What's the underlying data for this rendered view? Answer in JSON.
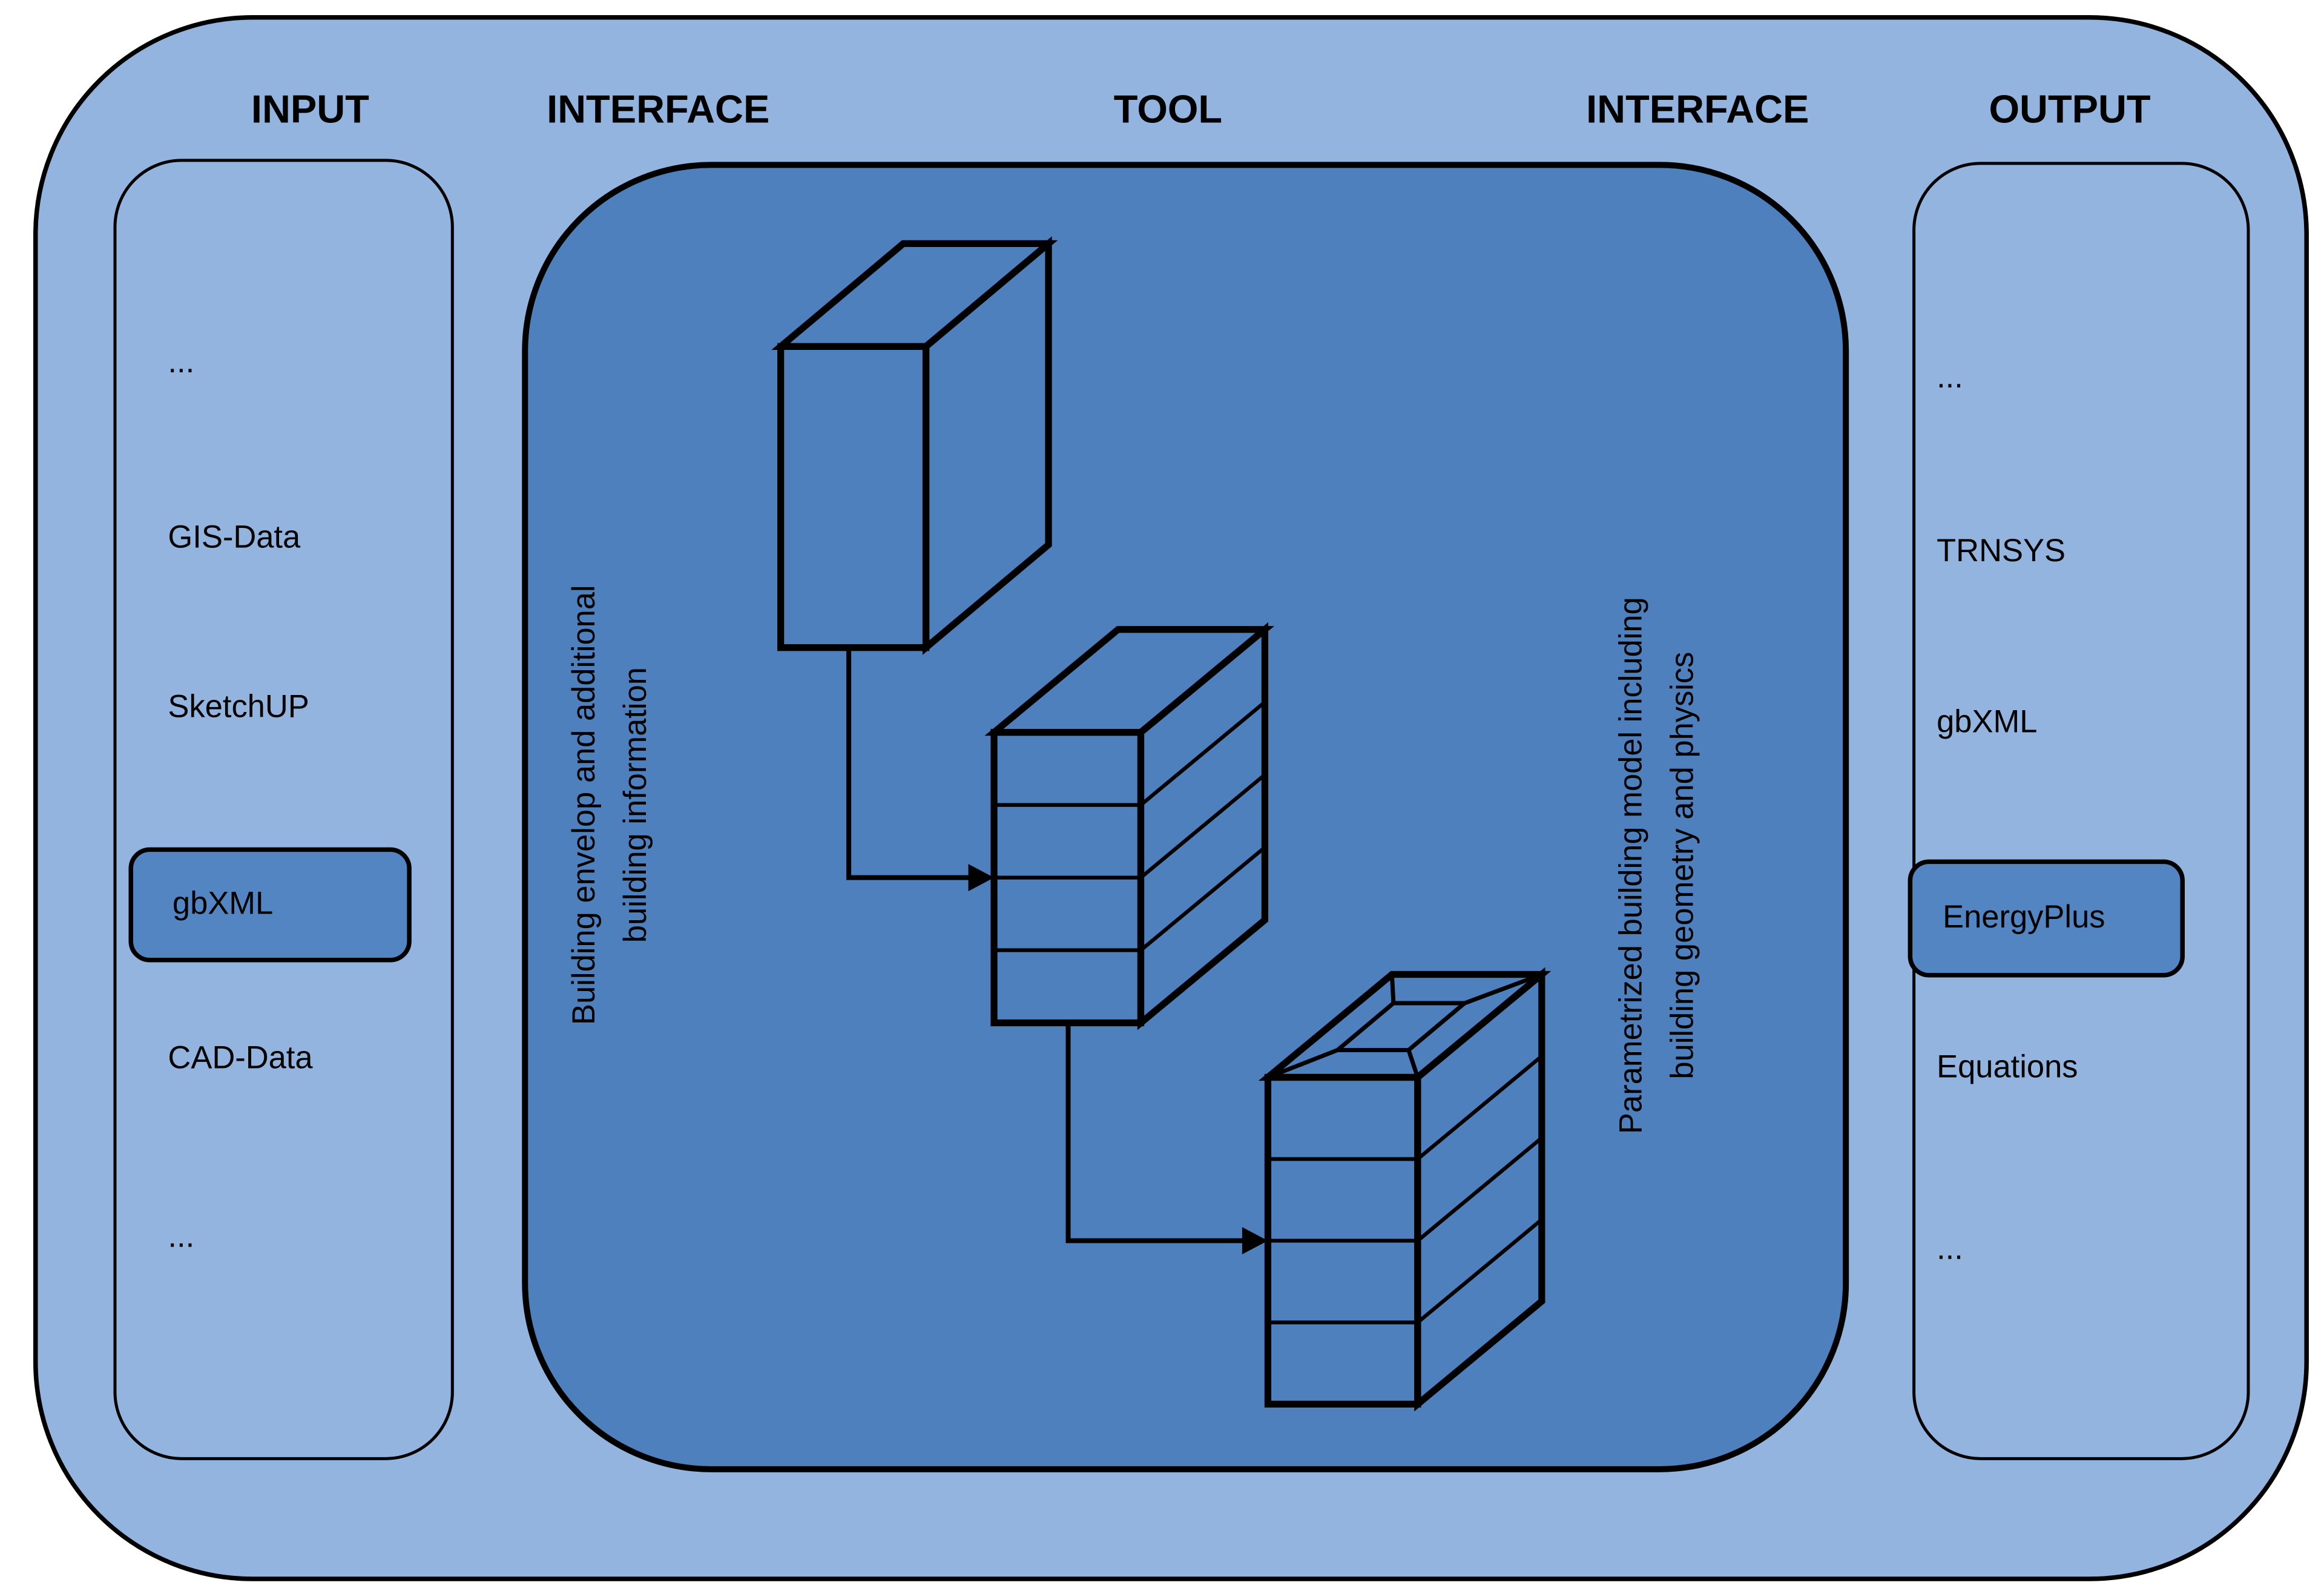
{
  "figure": {
    "type": "tool-workflow-diagram"
  },
  "header": {
    "labels": [
      "INPUT",
      "INTERFACE",
      "TOOL",
      "INTERFACE",
      "OUTPUT"
    ]
  },
  "input_panel": {
    "items": [
      "...",
      "GIS-Data",
      "SketchUP",
      "gbXML",
      "CAD-Data",
      "..."
    ],
    "highlighted_item": "gbXML"
  },
  "tool_panel": {
    "left_interface_text": {
      "line1": "Building envelop and additional",
      "line2": "building information"
    },
    "right_interface_text": {
      "line1": "Parametrized building model including",
      "line2": "building geometry and physics"
    }
  },
  "output_panel": {
    "items": [
      "...",
      "TRNSYS",
      "gbXML",
      "EnergyPlus",
      "Equations",
      "..."
    ],
    "highlighted_item": "EnergyPlus"
  },
  "colors": {
    "outer_background": "#92B4DF",
    "tool_background": "#4E80BD",
    "highlight_background": "#5385C3",
    "line_color": "#000000"
  }
}
